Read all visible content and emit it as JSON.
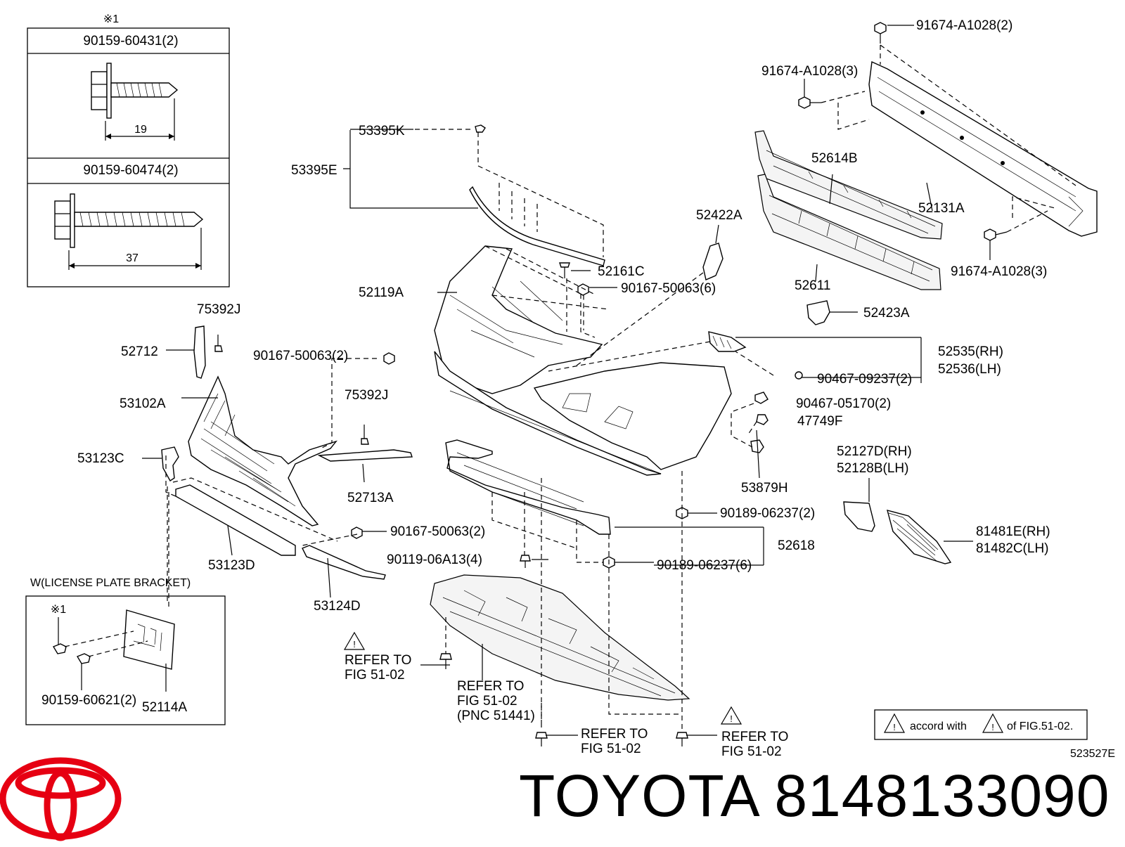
{
  "brand": {
    "name": "TOYOTA",
    "part_number": "8148133090"
  },
  "diagram": {
    "doc_code": "523527E",
    "inset_top": {
      "mark": "※1",
      "part_a": "90159-60431(2)",
      "dim_a": "19",
      "part_b": "90159-60474(2)",
      "dim_b": "37"
    },
    "inset_license": {
      "title": "W(LICENSE PLATE BRACKET)",
      "mark": "※1",
      "screw": "90159-60621(2)",
      "bracket": "52114A"
    },
    "labels": {
      "p91674_top": "91674-A1028(2)",
      "p91674_left": "91674-A1028(3)",
      "p91674_right": "91674-A1028(3)",
      "p53395k": "53395K",
      "p53395e": "53395E",
      "p52614b": "52614B",
      "p52131a": "52131A",
      "p52422a": "52422A",
      "p52611": "52611",
      "p52161c": "52161C",
      "p90167_r": "90167-50063(6)",
      "p52119a": "52119A",
      "p52423a": "52423A",
      "p75392j_a": "75392J",
      "p52712": "52712",
      "p90167_m": "90167-50063(2)",
      "p52535": "52535(RH)",
      "p52536": "52536(LH)",
      "p90467_a": "90467-09237(2)",
      "p90467_b": "90467-05170(2)",
      "p47749f": "47749F",
      "p53102a": "53102A",
      "p75392j_b": "75392J",
      "p53123c": "53123C",
      "p52713a": "52713A",
      "p53879h": "53879H",
      "p52127d": "52127D(RH)",
      "p52128b": "52128B(LH)",
      "p90189_a": "90189-06237(2)",
      "p90167_l": "90167-50063(2)",
      "p52618": "52618",
      "p81481e": "81481E(RH)",
      "p81482c": "81482C(LH)",
      "p90119": "90119-06A13(4)",
      "p53123d": "53123D",
      "p90189_b": "90189-06237(6)",
      "p53124d": "53124D"
    },
    "refer": {
      "line1": "REFER TO",
      "line2": "FIG 51-02",
      "pnc": "(PNC 51441)"
    },
    "note": {
      "accord": "accord with",
      "of_fig": "of FIG.51-02."
    }
  },
  "colors": {
    "logo_red": "#e60012",
    "ink": "#000000"
  }
}
